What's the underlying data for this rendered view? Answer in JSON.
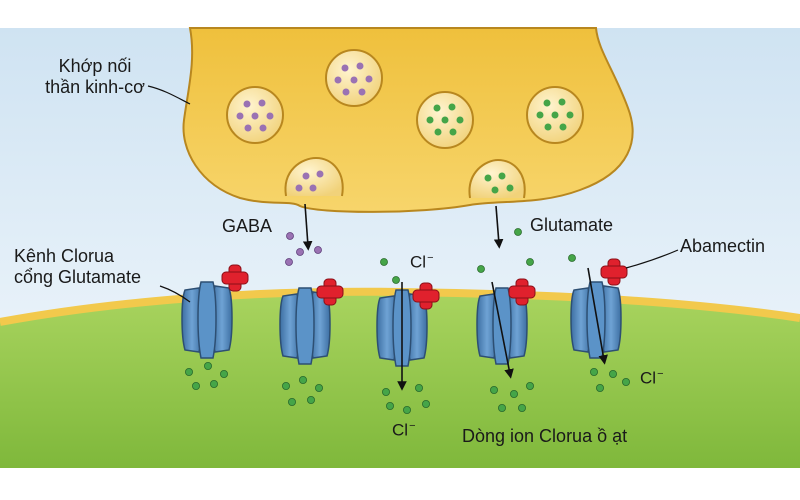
{
  "labels": {
    "junction_line1": "Khớp nối",
    "junction_line2": "thần kinh-cơ",
    "gaba": "GABA",
    "glutamate": "Glutamate",
    "channel_line1": "Kênh Clorua",
    "channel_line2": "cổng Glutamate",
    "abamectin": "Abamectin",
    "chloride_symbol": "Cl",
    "chloride_charge": "−",
    "chloride_flow": "Dòng ion Clorua ồ ạt"
  },
  "colors": {
    "background_band": "#dcebf6",
    "terminal_fill": "#f2c94c",
    "terminal_stroke": "#b8871f",
    "membrane_band": "#f3cc57",
    "muscle_fill": "#9bcb52",
    "channel_fill": "#4f86bd",
    "channel_stroke": "#2d4f73",
    "abamectin": "#e0212d",
    "gaba_dot": "#9a72b3",
    "glutamate_dot": "#45a548"
  },
  "icons": [
    "gaba-vesicle-icon",
    "glutamate-vesicle-icon",
    "chloride-channel-icon",
    "abamectin-icon",
    "chloride-ion-icon",
    "arrow-icon"
  ]
}
